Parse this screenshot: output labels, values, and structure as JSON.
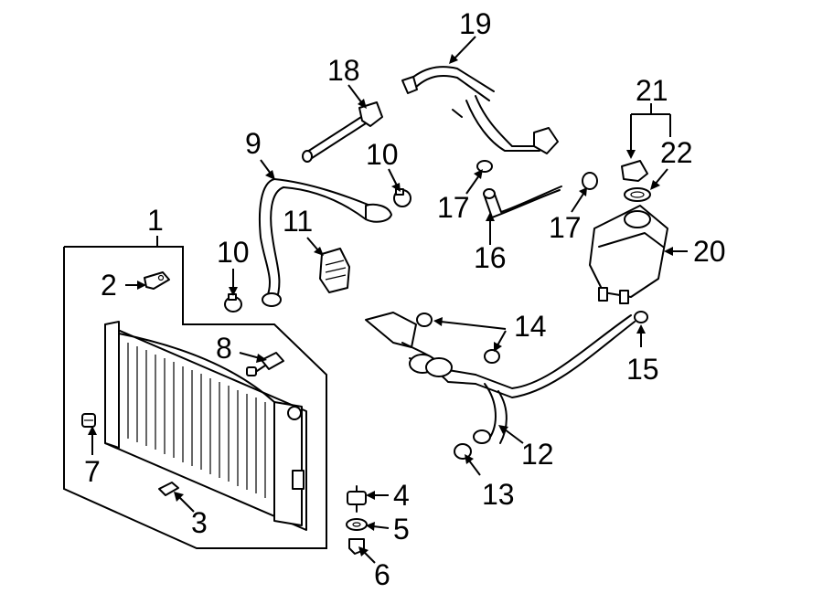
{
  "callouts": {
    "c1": "1",
    "c2": "2",
    "c3": "3",
    "c4": "4",
    "c5": "5",
    "c6": "6",
    "c7": "7",
    "c8": "8",
    "c9": "9",
    "c10a": "10",
    "c10b": "10",
    "c11": "11",
    "c12": "12",
    "c13": "13",
    "c14": "14",
    "c15": "15",
    "c16": "16",
    "c17a": "17",
    "c17b": "17",
    "c18": "18",
    "c19": "19",
    "c20": "20",
    "c21": "21",
    "c22": "22"
  }
}
